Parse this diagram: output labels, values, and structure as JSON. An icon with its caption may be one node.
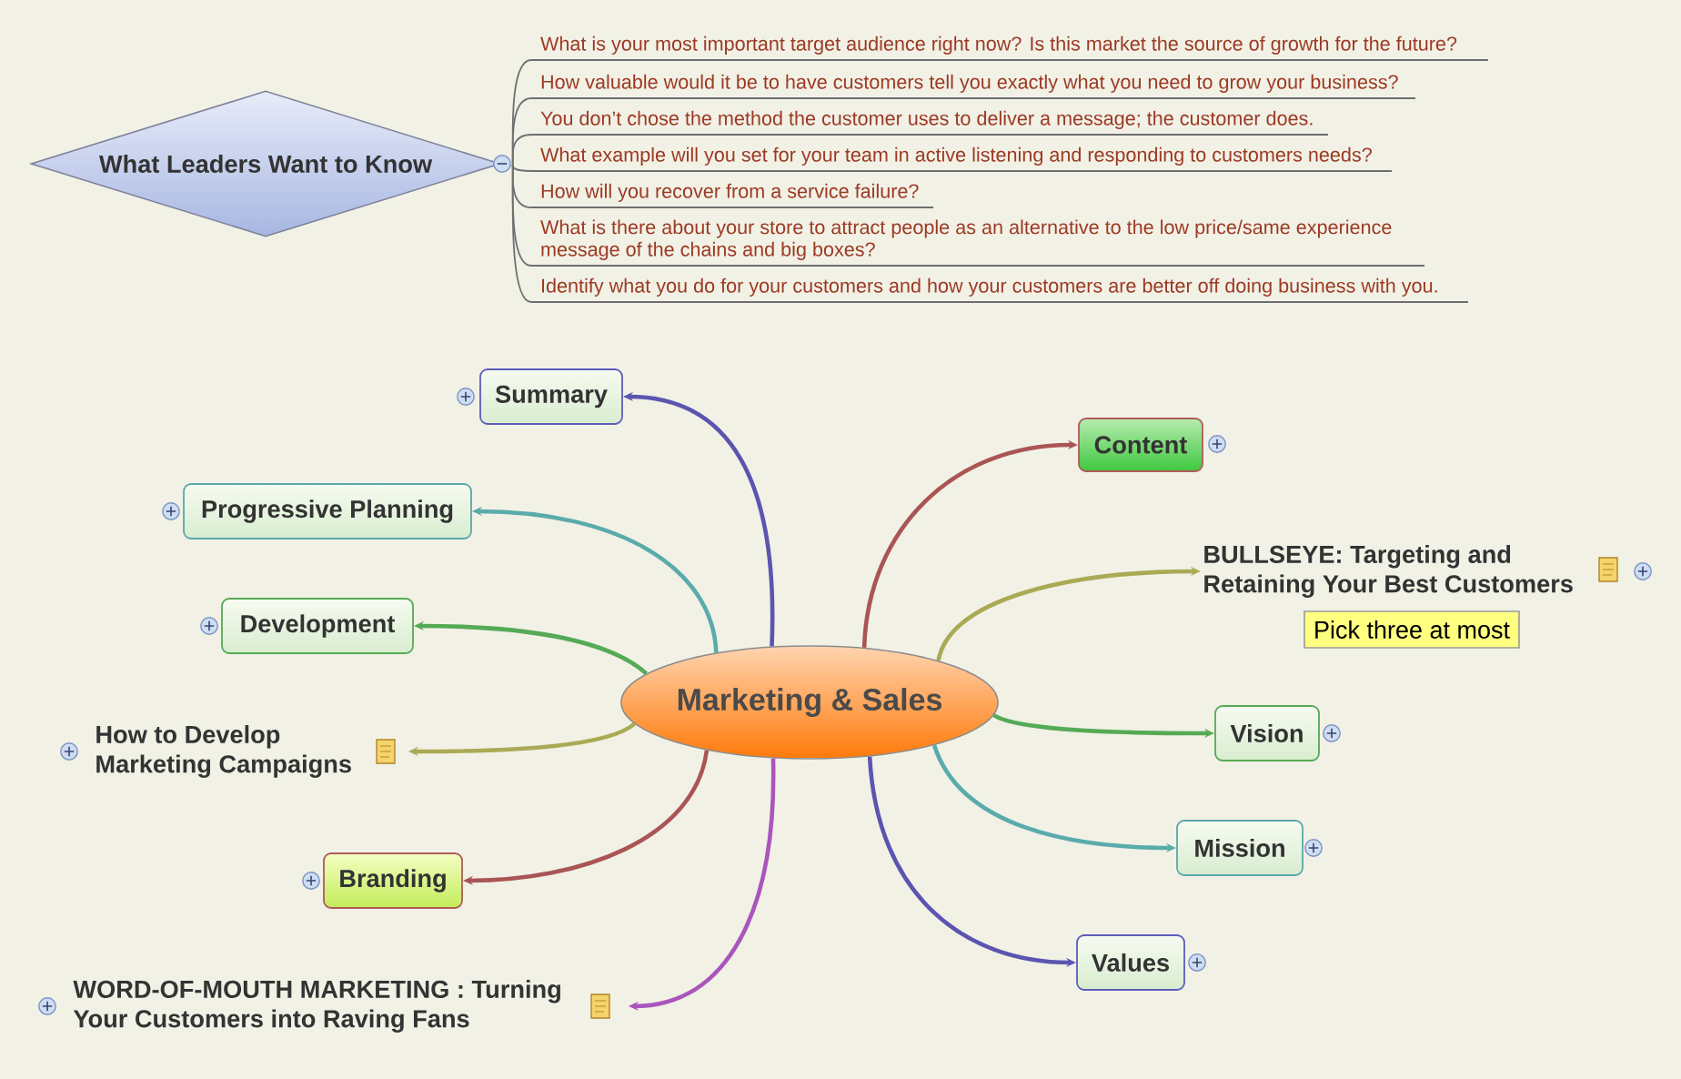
{
  "diagram": {
    "nodes": [
      {
        "text": [
          "What Leaders Want to Know"
        ]
      },
      {
        "text": [
          "What is your most important target audience right now? Is this market the source of growth for the future?"
        ]
      },
      {
        "text": [
          "How valuable would it be to have customers tell you exactly what you need to grow your business?"
        ]
      },
      {
        "text": [
          "You don’t chose the method the customer uses to deliver a message; the customer does."
        ]
      },
      {
        "text": [
          "What example will you set for your team in active listening and responding to customers needs?"
        ]
      },
      {
        "text": [
          "How will you recover from a service failure?"
        ]
      },
      {
        "text": [
          "What is there about your store to attract people as an alternative to the low price/same experience message of the chains and big boxes?"
        ]
      },
      {
        "text": [
          "Identify what you do for your customers and how your customers are better off doing business with you."
        ]
      },
      {
        "text": [
          "Marketing & Sales"
        ]
      },
      {
        "text": [
          "Summary"
        ]
      },
      {
        "text": [
          "Progressive Planning"
        ]
      },
      {
        "text": [
          "Development"
        ]
      },
      {
        "text": [
          "How to Develop Marketing Campaigns"
        ]
      },
      {
        "text": [
          "Branding"
        ]
      },
      {
        "text": [
          "WORD-OF-MOUTH MARKETING : Turning Your Customers into Raving Fans"
        ]
      },
      {
        "text": [
          "Content"
        ]
      },
      {
        "text": [
          "BULLSEYE: Targeting and Retaining Your Best Customers"
        ]
      },
      {
        "text": [
          "Pick three at most"
        ]
      },
      {
        "text": [
          "Vision"
        ]
      },
      {
        "text": [
          "Mission"
        ]
      },
      {
        "text": [
          "Values"
        ]
      }
    ],
    "edges": [
      {
        "from": 0,
        "to": 1,
        "arrow": "none"
      },
      {
        "from": 0,
        "to": 2,
        "arrow": "none"
      },
      {
        "from": 0,
        "to": 3,
        "arrow": "none"
      },
      {
        "from": 0,
        "to": 4,
        "arrow": "none"
      },
      {
        "from": 0,
        "to": 5,
        "arrow": "none"
      },
      {
        "from": 0,
        "to": 6,
        "arrow": "none"
      },
      {
        "from": 0,
        "to": 7,
        "arrow": "none"
      },
      {
        "from": 8,
        "to": 9,
        "arrow": "to",
        "color": "#5b55b0"
      },
      {
        "from": 8,
        "to": 10,
        "arrow": "to",
        "color": "#5aabab"
      },
      {
        "from": 8,
        "to": 11,
        "arrow": "to",
        "color": "#55aa55"
      },
      {
        "from": 8,
        "to": 12,
        "arrow": "to",
        "color": "#aaaa55"
      },
      {
        "from": 8,
        "to": 13,
        "arrow": "to",
        "color": "#aa5555"
      },
      {
        "from": 8,
        "to": 14,
        "arrow": "to",
        "color": "#aa55bb"
      },
      {
        "from": 8,
        "to": 15,
        "arrow": "to",
        "color": "#aa5555"
      },
      {
        "from": 8,
        "to": 16,
        "arrow": "to",
        "color": "#aaaa55"
      },
      {
        "from": 8,
        "to": 18,
        "arrow": "to",
        "color": "#55aa55"
      },
      {
        "from": 8,
        "to": 19,
        "arrow": "to",
        "color": "#5aabab"
      },
      {
        "from": 8,
        "to": 20,
        "arrow": "to",
        "color": "#5b55b0"
      }
    ]
  }
}
